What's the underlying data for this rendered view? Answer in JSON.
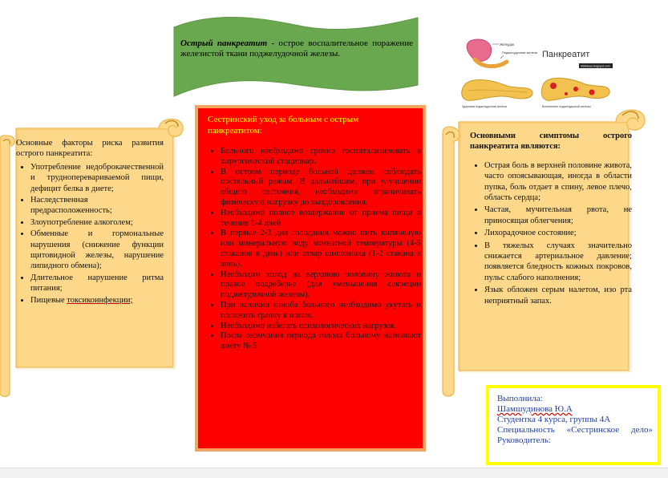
{
  "banner": {
    "term": "Острый панкреатит",
    "definition": " - острое воспалительное поражение железистой ткани поджелудочной железы."
  },
  "illustration": {
    "title": "Панкреатит",
    "labels": [
      "Желудок",
      "Поджелудочная железа",
      "Здоровая поджелудочная железа",
      "Воспаление поджелудочной железы"
    ],
    "watermark": "dlafalaca.blogspot.com"
  },
  "left_scroll": {
    "heading": "Основные факторы риска развития острого панкреатита:",
    "items": [
      "Употребление недоброкачественной и трудноперевариваемой пищи, дефицит белка в диете;",
      "Наследственная предрасположенность;",
      "Злоупотребление алкоголем;",
      "Обменные и гормональные нарушения (снижение функции щитовидной железы, нарушение липидного обмена);",
      "Длительное нарушение ритма питания;"
    ],
    "last_item_prefix": "Пищевые ",
    "last_item_underlined": "токсикоинфекции;"
  },
  "red_box": {
    "title": "Сестринский уход за больным с острым панкреатитом:",
    "items": [
      "Больного необходимо срочно госпитализировать в хирургический стационар.",
      "В остром периоде больной должен соблюдать постельный режим. В дальнейшем, при улучшении общего состояния, необходимо ограничивать физическую нагрузку до выздоровления.",
      "Необходимо полное воздержание от приема пищи в течение 1-4 дней.",
      "В первые 2-3 дня голодания можно пить кипяченую или минеральную воду комнатной температуры (4-5 стаканов в день) или отвар шиповника (1-2 стакана в день).",
      "Необходим холод на верхнюю половину живота и правое подреберье (для уменьшения секреции поджелудочной железы).",
      "При наличии озноба больного необходимо укутать и положить грелку к ногам.",
      "Необходимо избегать психологических нагрузок.",
      "После окончания периода голода больному назначают диету № 5"
    ]
  },
  "right_scroll": {
    "heading": "Основными симптомы острого панкреатита являются:",
    "items": [
      "Острая боль в верхней половине живота, часто опоясывающая, иногда в области пупка, боль отдает в спину, левое плечо, область сердца;",
      "Частая, мучительная рвота, не приносящая облегчения;",
      "Лихорадочное состояние;",
      "В тяжелых случаях значительно снижается артериальное давление; появляется бледность кожных покровов, пульс слабого наполнения;",
      "Язык обложен серым налетом, изо рта неприятный запах."
    ]
  },
  "author_box": {
    "done_by": "Выполнила:",
    "name": "Шамшудинова Ю.А",
    "student": "Студентка 4 курса, группы 4А",
    "specialty": "Специальность «Сестринское дело»",
    "supervisor": "Руководитель:"
  },
  "colors": {
    "banner_green": "#6aa84f",
    "scroll_fill": "#fdd88a",
    "scroll_stroke": "#f0b64a",
    "red_box": "#ff0000",
    "red_box_border": "#f4a460",
    "red_title": "#ffff00",
    "author_text": "#1f3fa0",
    "author_border": "#ffff00"
  }
}
